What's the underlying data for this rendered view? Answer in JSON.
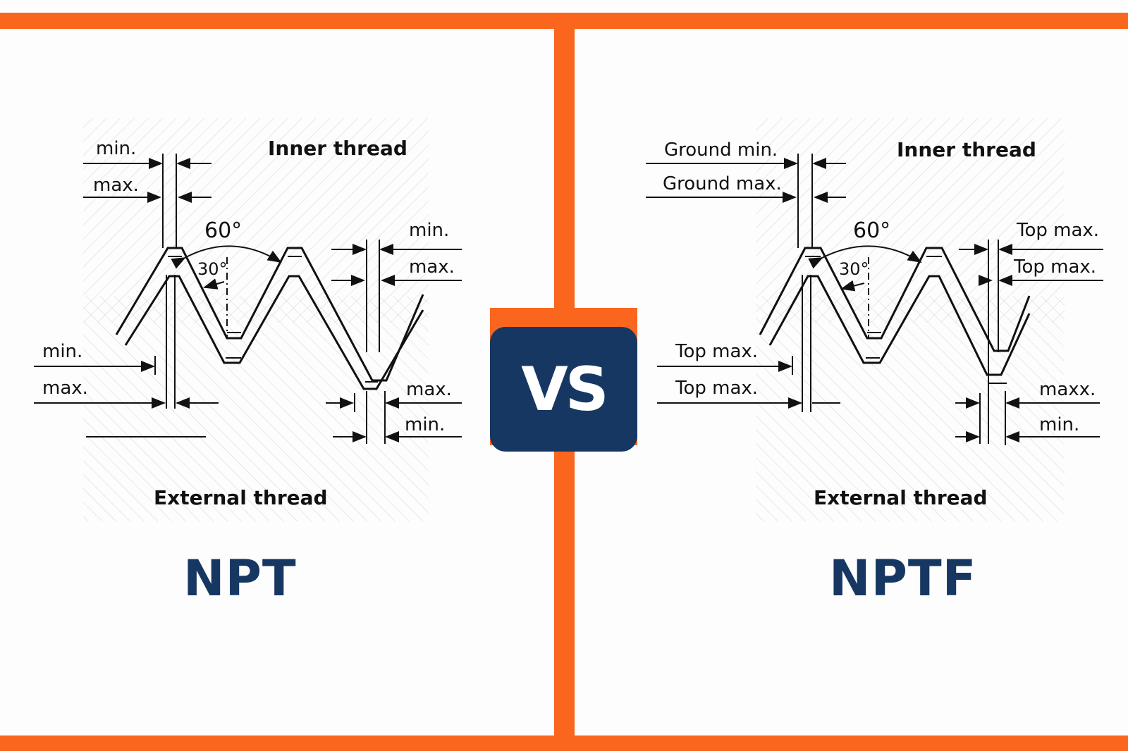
{
  "colors": {
    "accent": "#fa661e",
    "navy": "#173763",
    "background": "#fdfdfd",
    "line": "#111111"
  },
  "vs_badge": {
    "label": "VS"
  },
  "left": {
    "title": "NPT",
    "inner_thread_label": "Inner thread",
    "external_thread_label": "External thread",
    "angle_60": "60°",
    "angle_30": "30°",
    "labels": {
      "top_left_1": "min.",
      "top_left_2": "max.",
      "top_right_1": "min.",
      "top_right_2": "max.",
      "bottom_left_1": "min.",
      "bottom_left_2": "max.",
      "bottom_right_1": "max.",
      "bottom_right_2": "min."
    }
  },
  "right": {
    "title": "NPTF",
    "inner_thread_label": "Inner thread",
    "external_thread_label": "External thread",
    "angle_60": "60°",
    "angle_30": "30°",
    "labels": {
      "top_left_1": "Ground min.",
      "top_left_2": "Ground max.",
      "top_right_1": "Top max.",
      "top_right_2": "Top max.",
      "bottom_left_1": "Top max.",
      "bottom_left_2": "Top max.",
      "bottom_right_1": "maxx.",
      "bottom_right_2": "min."
    }
  }
}
